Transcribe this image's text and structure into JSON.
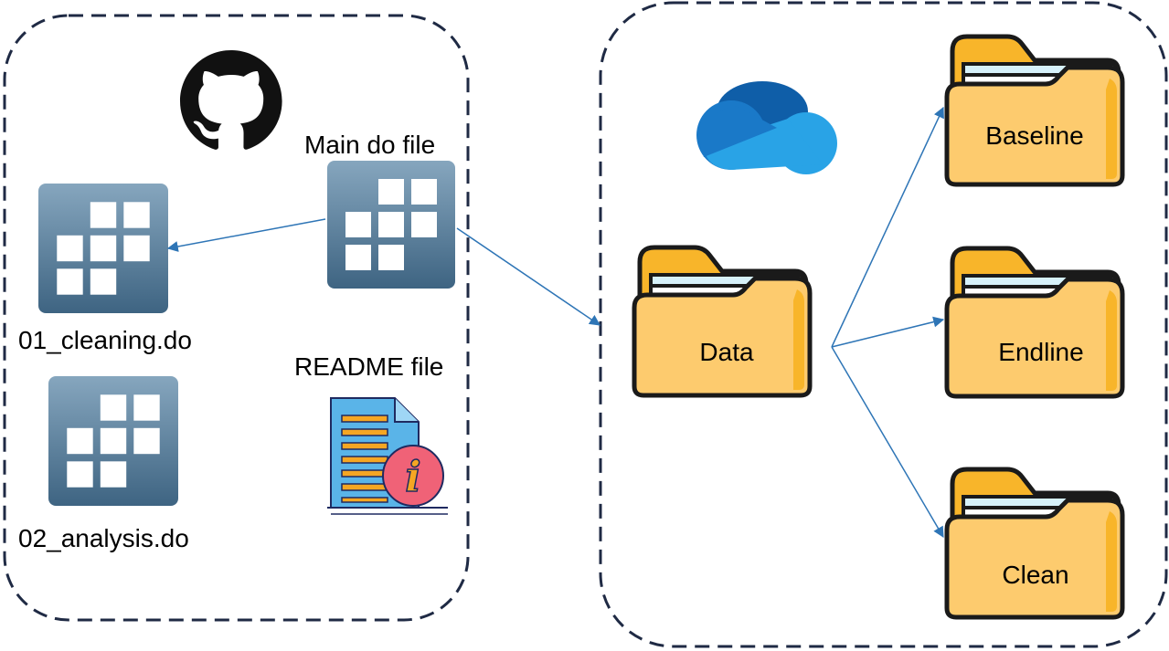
{
  "repository": {
    "main_file_label": "Main do file",
    "cleaning_file_label": "01_cleaning.do",
    "analysis_file_label": "02_analysis.do",
    "readme_label": "README file"
  },
  "storage": {
    "data_folder_label": "Data",
    "subfolders": [
      "Baseline",
      "Endline",
      "Clean"
    ]
  },
  "colors": {
    "border": "#1f2a44",
    "arrow": "#2e75b6",
    "folder_fill": "#fdcb6e",
    "folder_tab": "#f8b52a",
    "stata_top": "#86a6be",
    "stata_bottom": "#3e6482",
    "cloud_dark": "#0f5ea8",
    "cloud_light": "#29a3e6"
  },
  "icons": [
    "github-icon",
    "stata-icon",
    "readme-icon",
    "onedrive-icon",
    "folder-icon"
  ]
}
